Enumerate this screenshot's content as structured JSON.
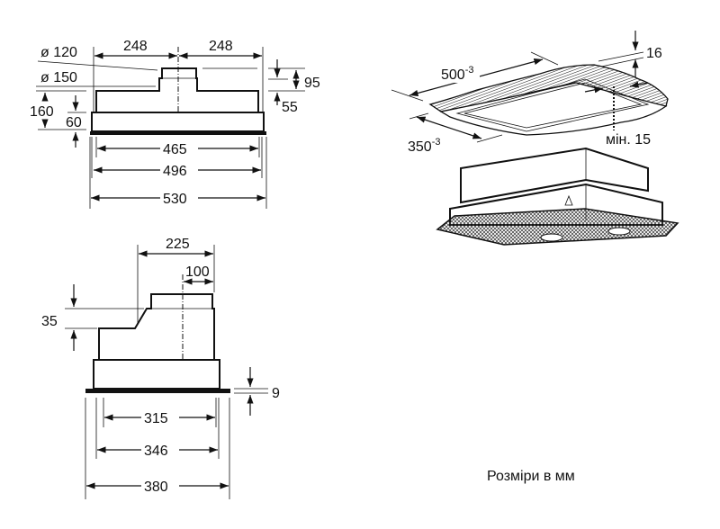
{
  "front_view": {
    "dim_left_half": "248",
    "dim_right_half": "248",
    "dia_outer": "ø 120",
    "dia_inner": "ø 150",
    "height_total": "160",
    "height_lower": "60",
    "duct_height": "95",
    "duct_offset": "55",
    "width_inner": "465",
    "width_body": "496",
    "width_total": "530"
  },
  "side_view": {
    "depth_to_duct": "225",
    "duct_half": "100",
    "step_height": "35",
    "flange_height": "9",
    "depth_inner": "315",
    "depth_body": "346",
    "depth_total": "380"
  },
  "cutout": {
    "length": "500",
    "length_tol": "-3",
    "width": "350",
    "width_tol": "-3",
    "thickness": "16",
    "min_label": "мін. 15"
  },
  "footer": {
    "units_note": "Розміри в мм"
  }
}
